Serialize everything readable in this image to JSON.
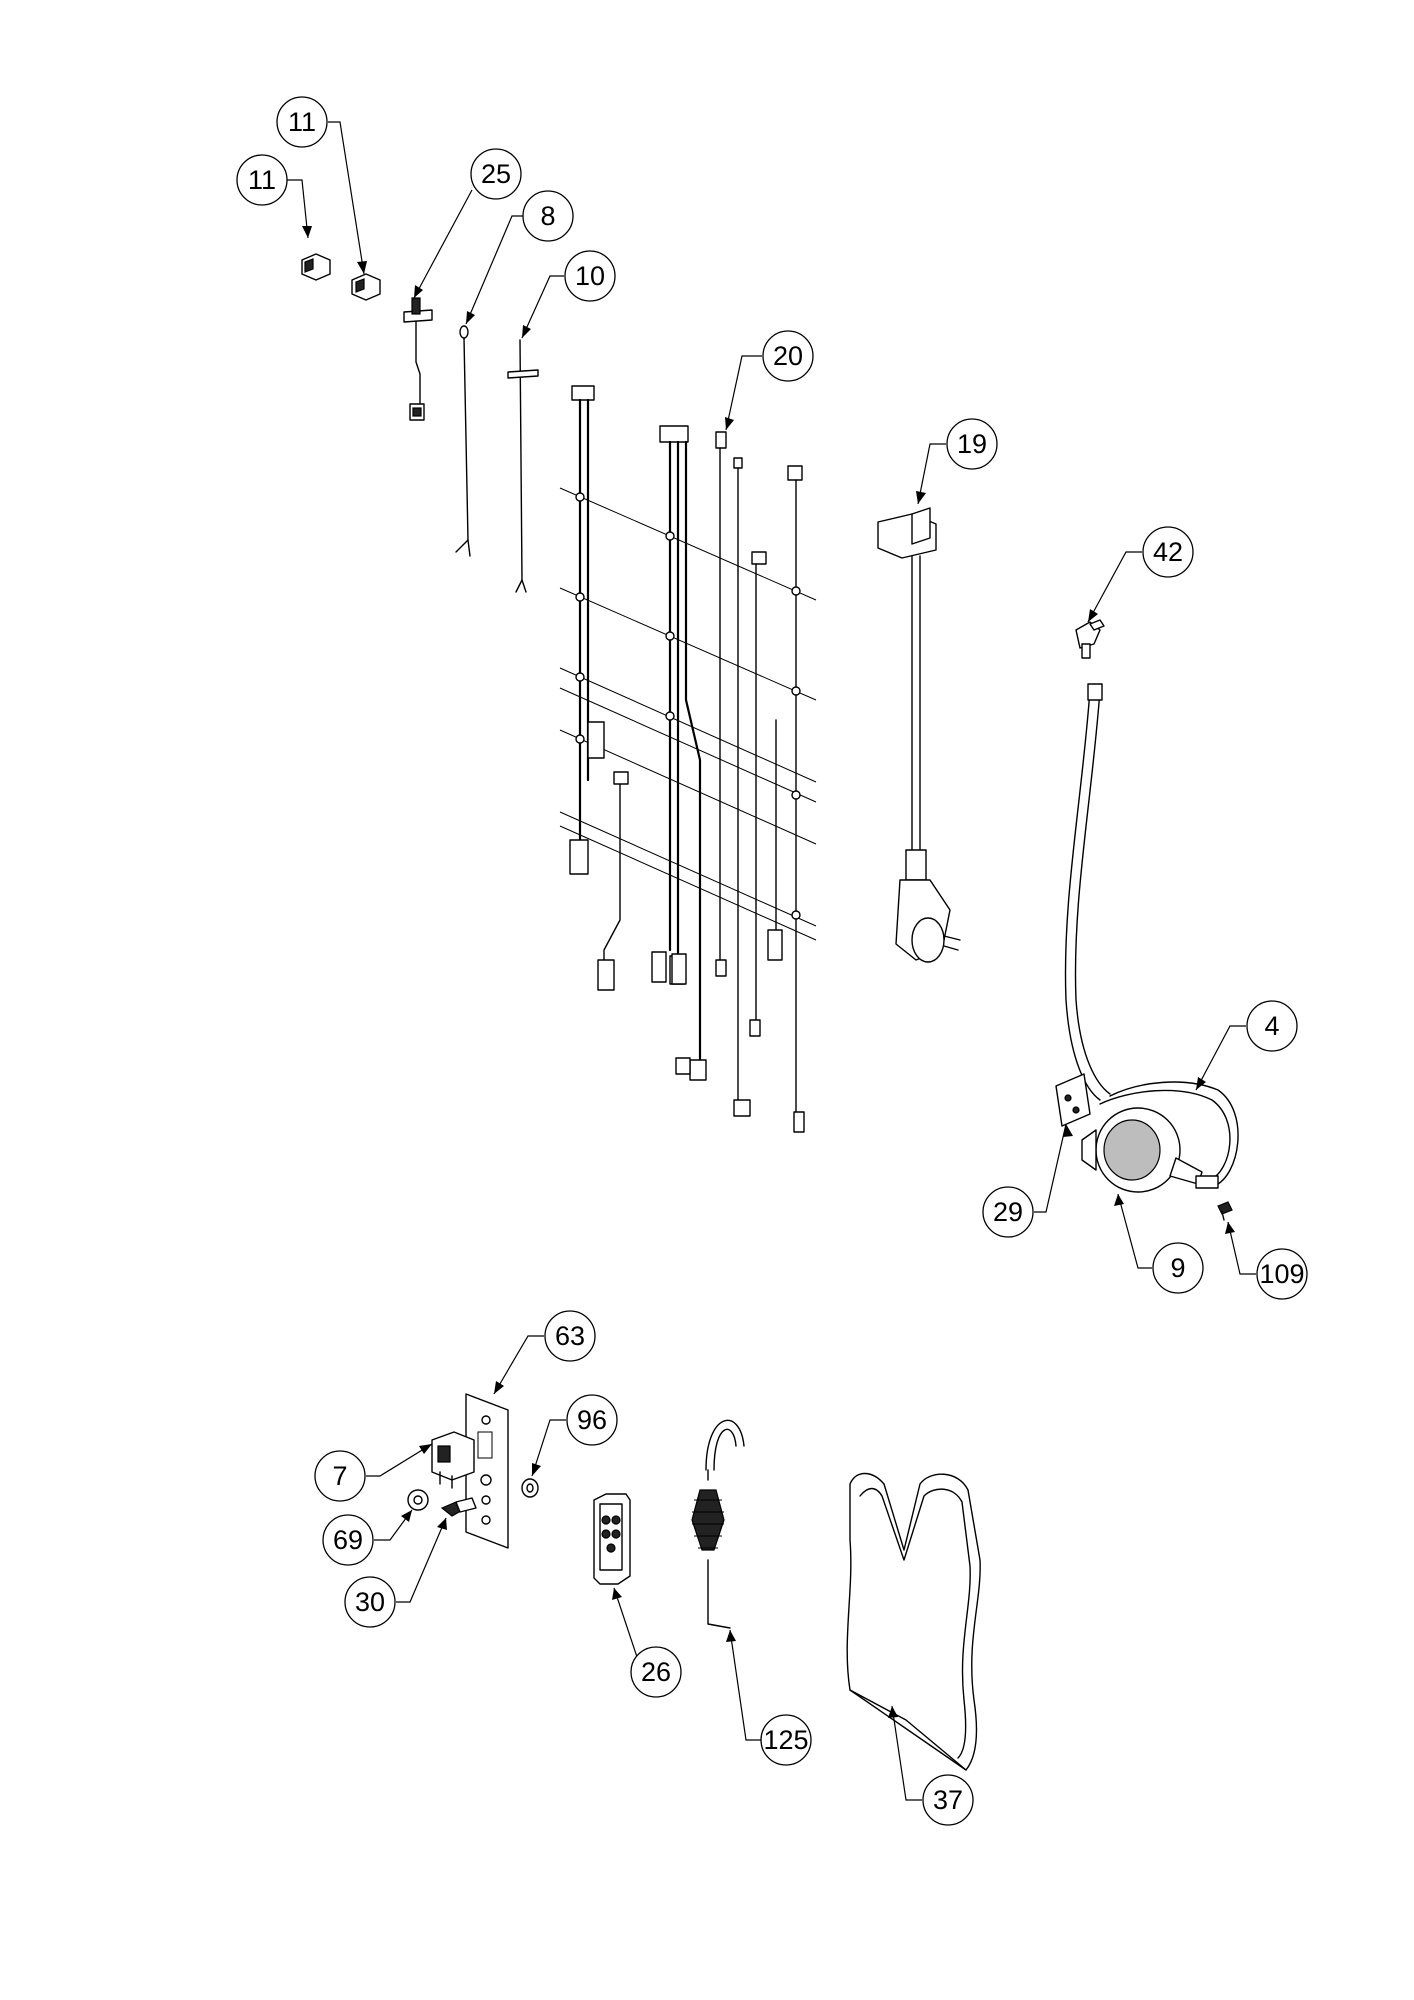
{
  "callouts": [
    {
      "id": "c11a",
      "label": "11"
    },
    {
      "id": "c11b",
      "label": "11"
    },
    {
      "id": "c25",
      "label": "25"
    },
    {
      "id": "c8",
      "label": "8"
    },
    {
      "id": "c10",
      "label": "10"
    },
    {
      "id": "c20",
      "label": "20"
    },
    {
      "id": "c19",
      "label": "19"
    },
    {
      "id": "c42",
      "label": "42"
    },
    {
      "id": "c4",
      "label": "4"
    },
    {
      "id": "c29",
      "label": "29"
    },
    {
      "id": "c9",
      "label": "9"
    },
    {
      "id": "c109",
      "label": "109"
    },
    {
      "id": "c63",
      "label": "63"
    },
    {
      "id": "c96",
      "label": "96"
    },
    {
      "id": "c7",
      "label": "7"
    },
    {
      "id": "c69",
      "label": "69"
    },
    {
      "id": "c30",
      "label": "30"
    },
    {
      "id": "c26",
      "label": "26"
    },
    {
      "id": "c125",
      "label": "125"
    },
    {
      "id": "c37",
      "label": "37"
    }
  ],
  "colors": {
    "line": "#000000",
    "background": "#ffffff",
    "shade": "#bdbdbd"
  }
}
